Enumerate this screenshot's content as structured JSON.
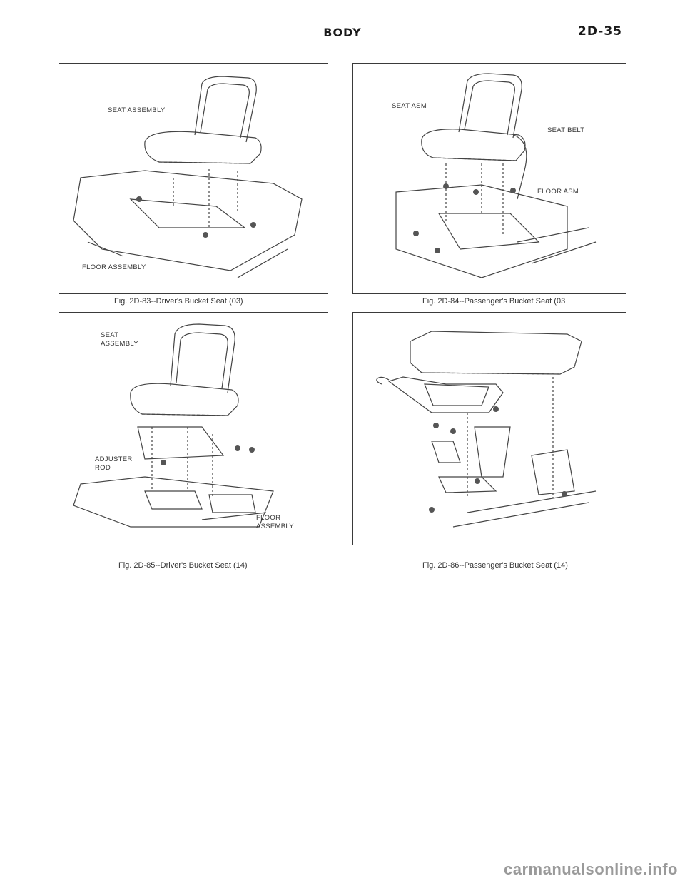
{
  "header": {
    "section": "BODY",
    "page": "2D-35"
  },
  "figures": [
    {
      "caption": "Fig. 2D-83--Driver's Bucket Seat (03)",
      "labels": [
        "SEAT ASSEMBLY",
        "FLOOR ASSEMBLY"
      ]
    },
    {
      "caption": "Fig. 2D-84--Passenger's Bucket Seat (03",
      "labels": [
        "SEAT ASM",
        "SEAT BELT",
        "FLOOR ASM"
      ]
    },
    {
      "caption": "Fig. 2D-85--Driver's Bucket Seat (14)",
      "labels": [
        "SEAT",
        "ASSEMBLY",
        "ADJUSTER",
        "ROD",
        "FLOOR",
        "ASSEMBLY"
      ]
    },
    {
      "caption": "Fig. 2D-86--Passenger's Bucket Seat (14)",
      "labels": []
    }
  ],
  "watermark": "carmanualsonline.info"
}
